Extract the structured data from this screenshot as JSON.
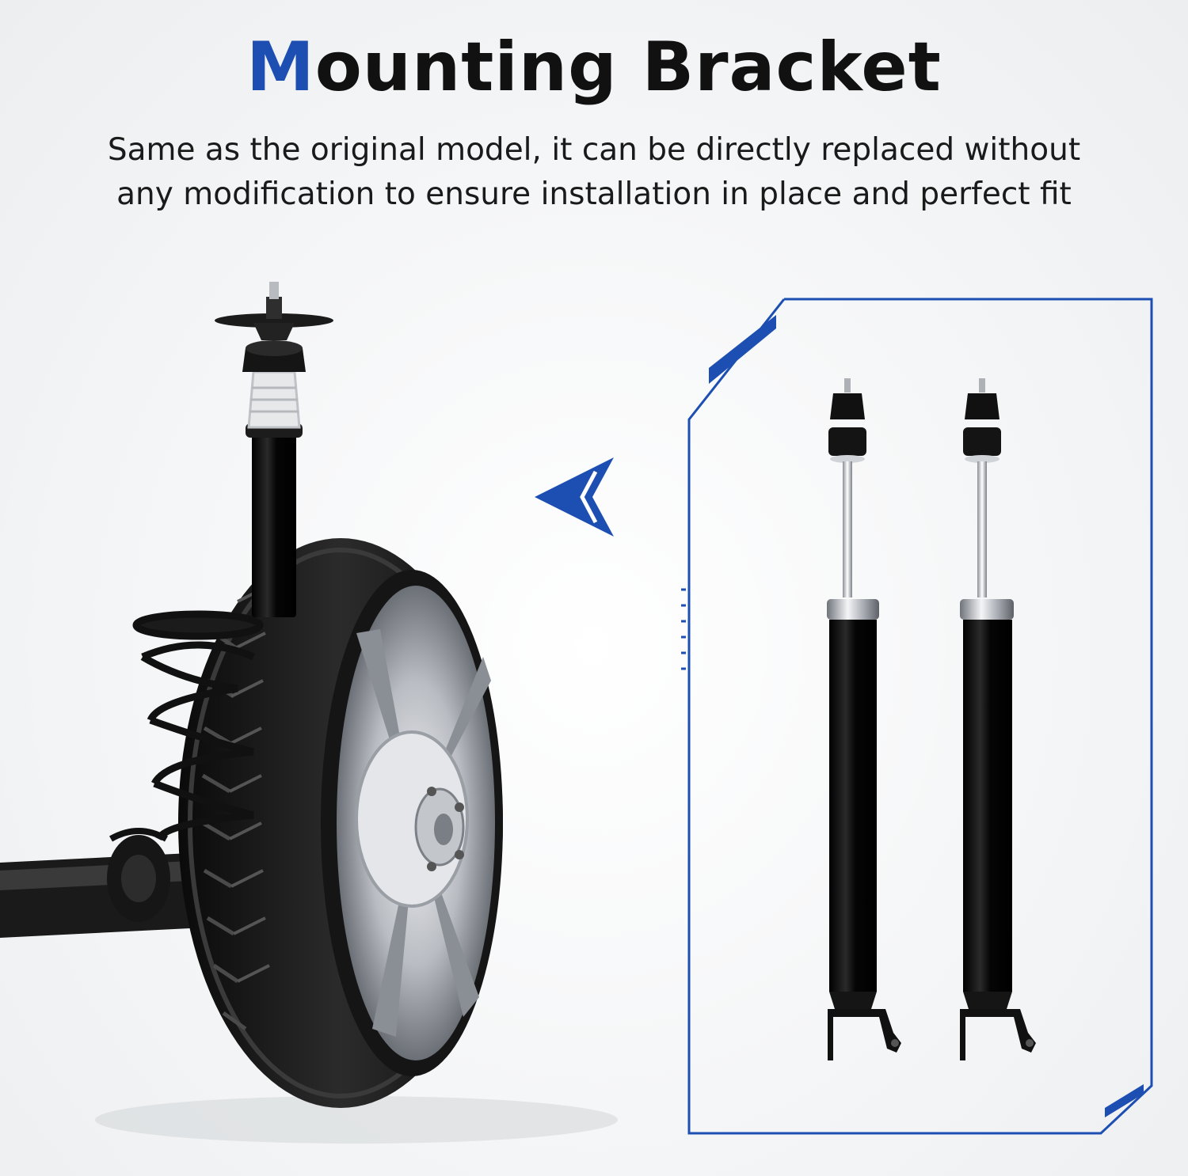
{
  "header": {
    "title_first_letter": "M",
    "title_rest": "ounting Bracket",
    "subtitle_line1": "Same as the original model, it can be directly replaced without",
    "subtitle_line2": "any modification to ensure installation in place and perfect fit"
  },
  "colors": {
    "accent": "#1d4fb3",
    "text": "#111111",
    "shock_body": "#0c0c0c",
    "chrome": "#c9ccd1"
  },
  "icons": {
    "arrow": "chevron-left-arrow-icon"
  }
}
